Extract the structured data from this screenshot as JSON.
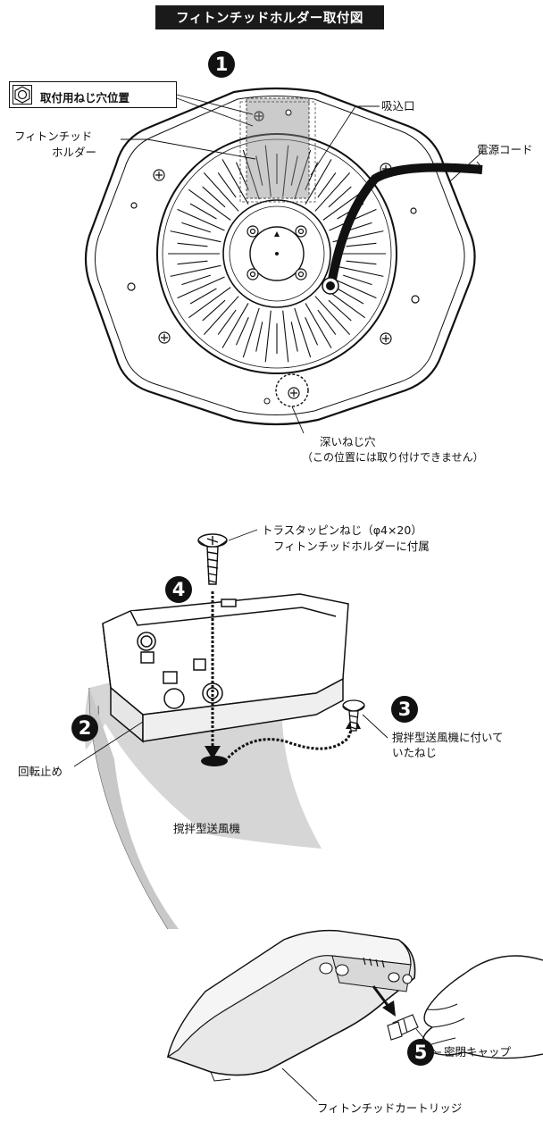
{
  "title": "フィトンチッドホルダー取付図",
  "steps": [
    "1",
    "2",
    "3",
    "4",
    "5"
  ],
  "top_view": {
    "legend_label": "取付用ねじ穴位置",
    "holder_label_line1": "フィトンチッド",
    "holder_label_line2": "ホルダー",
    "intake_label": "吸込口",
    "power_cord_label": "電源コード",
    "deep_hole_label": "深いねじ穴",
    "deep_hole_note": "（この位置には取り付けできません）"
  },
  "assembly": {
    "screw_label_line1": "トラスタッピンねじ（φ4×20）",
    "screw_label_line2": "フィトンチッドホルダーに付属",
    "fan_screw_label_line1": "撹拌型送風機に付いて",
    "fan_screw_label_line2": "いたねじ",
    "rotation_stop_label": "回転止め",
    "fan_label": "撹拌型送風機"
  },
  "cartridge": {
    "cap_label": "密閉キャップ",
    "cartridge_label": "フィトンチッドカートリッジ"
  }
}
